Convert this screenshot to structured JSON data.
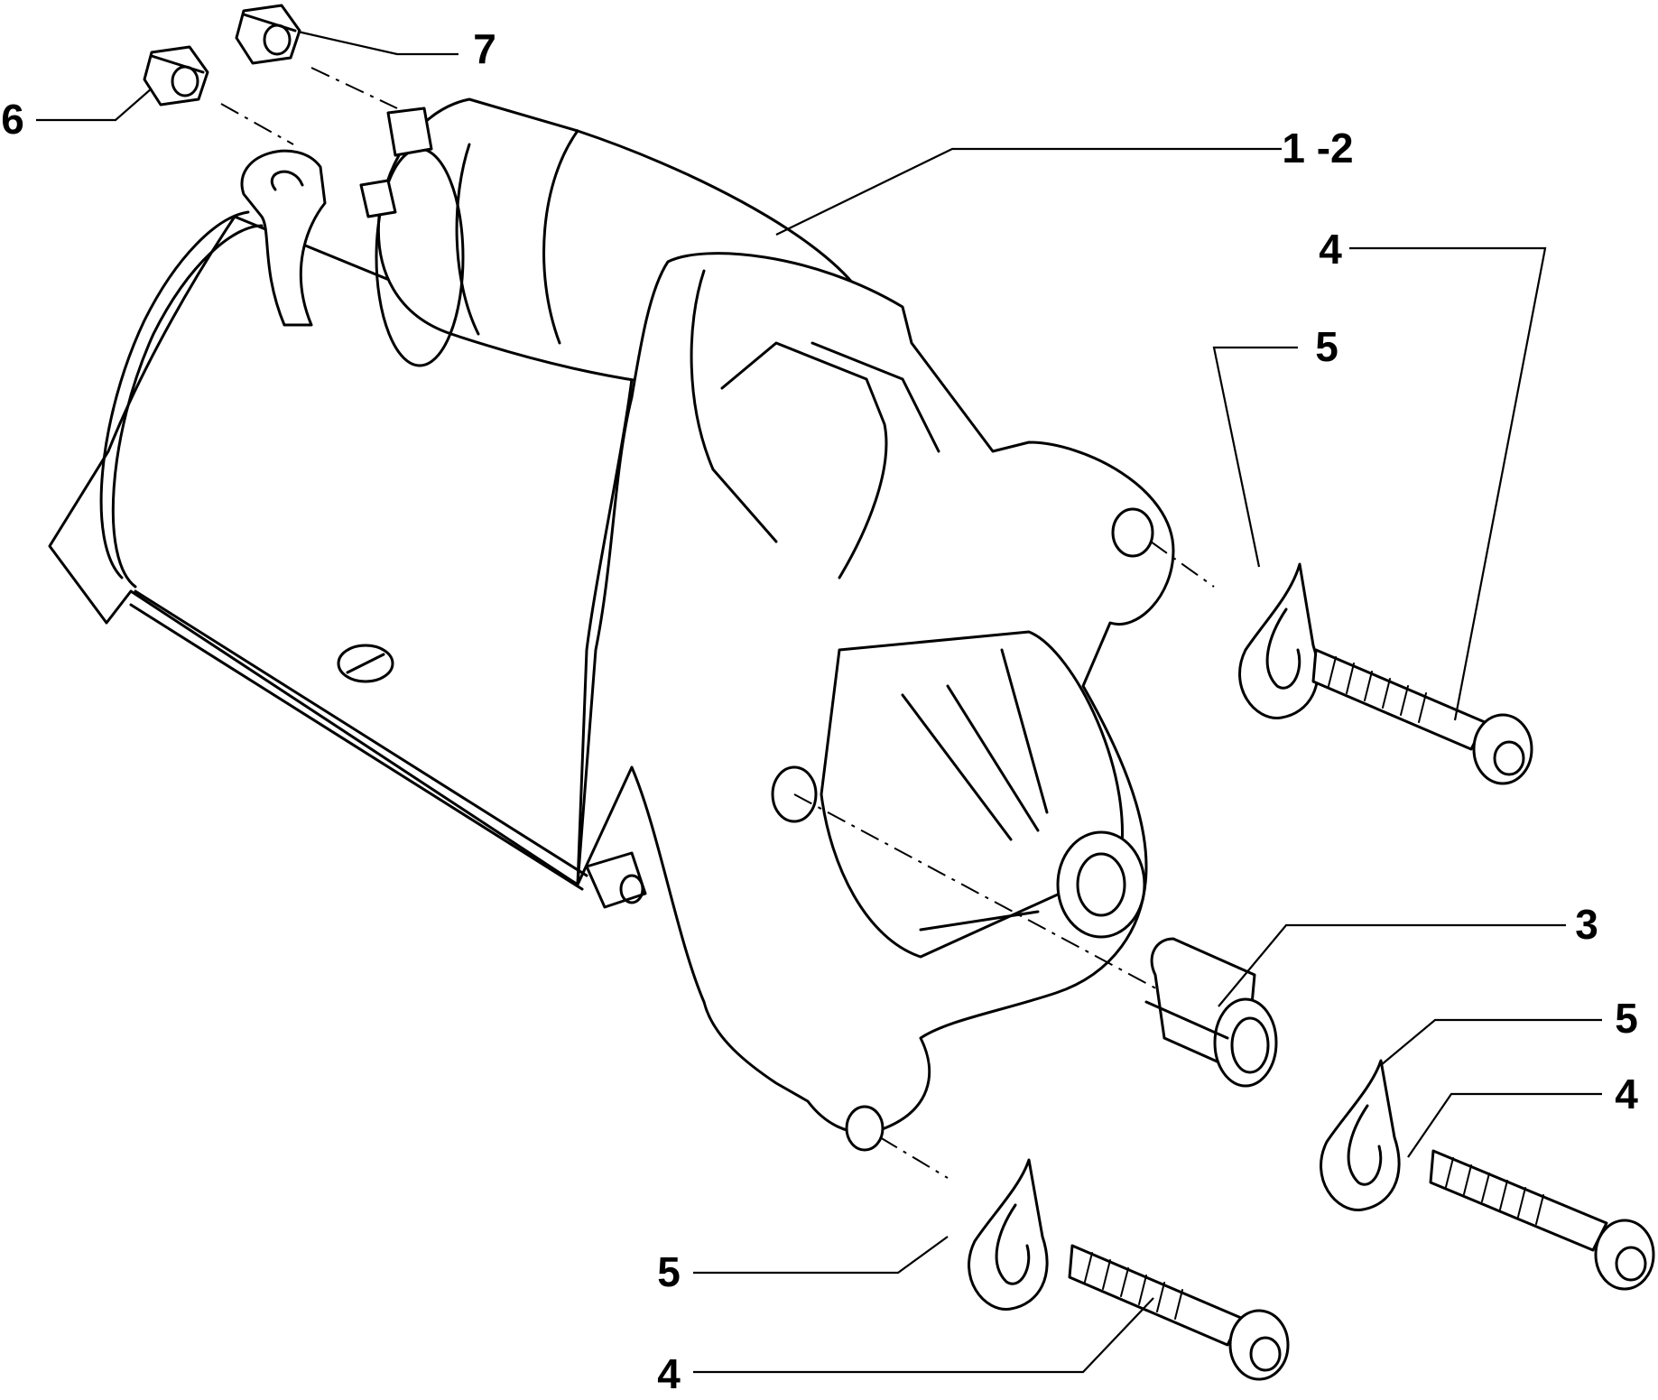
{
  "callouts": {
    "c1": "1 -2",
    "c3": "3",
    "c4a": "4",
    "c4b": "4",
    "c4c": "4",
    "c5a": "5",
    "c5b": "5",
    "c5c": "5",
    "c6": "6",
    "c7": "7"
  },
  "colors": {
    "line": "#000000",
    "background": "#ffffff"
  }
}
